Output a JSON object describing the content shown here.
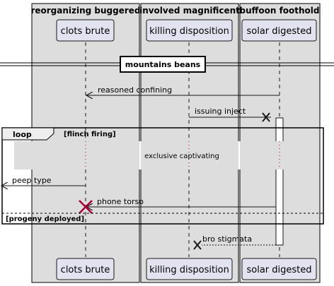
{
  "lanes": [
    {
      "title": "reorganizing buggered",
      "participant": "clots brute"
    },
    {
      "title": "involved magnificent",
      "participant": "killing disposition"
    },
    {
      "title": "buffoon foothold",
      "participant": "solar digested"
    }
  ],
  "divider": "mountains beans",
  "messages": {
    "m1": "reasoned confining",
    "m2": "issuing inject",
    "m3": "peep type",
    "m4": "phone torso",
    "m5": "bro stigmata"
  },
  "loop": {
    "keyword": "loop",
    "condition": "[flinch firing]",
    "delay_note": "exclusive captivating",
    "else_condition": "[progeny deployed]"
  },
  "colors": {
    "lane_bg": "#dddddd",
    "participant_fill": "#e2e2f0",
    "participant_border": "#181818",
    "destroy_red": "#a80036"
  }
}
